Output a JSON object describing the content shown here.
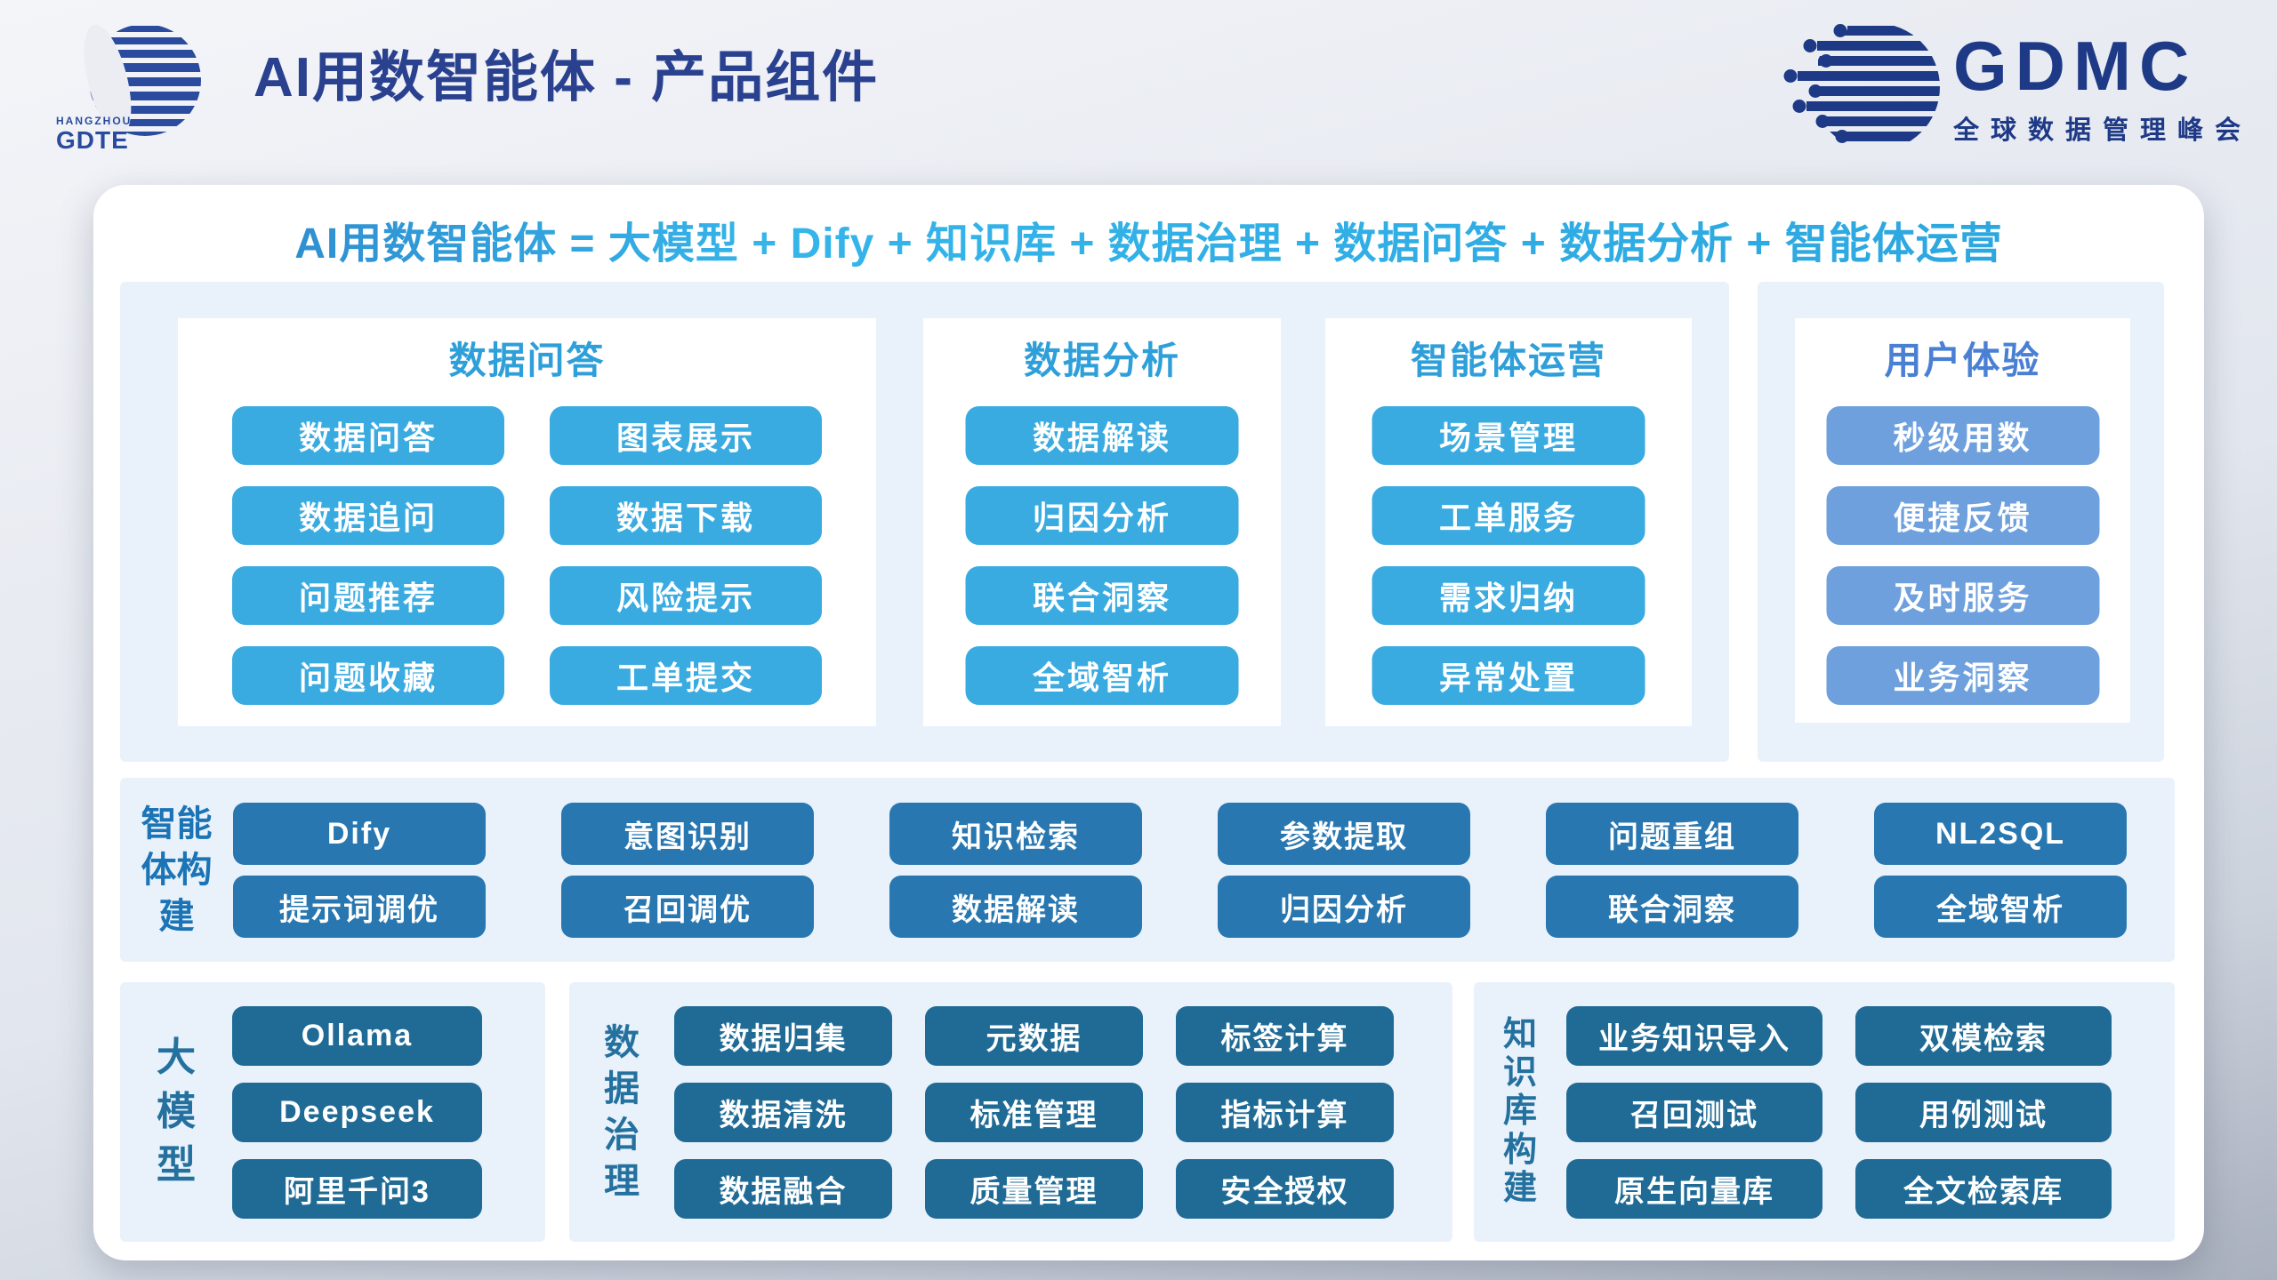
{
  "header": {
    "title": "AI用数智能体 - 产品组件",
    "gdte_logo": {
      "city": "HANGZHOU",
      "brand": "GDTE"
    },
    "gdmc_logo": {
      "brand": "GDMC",
      "subtitle": "全球数据管理峰会"
    }
  },
  "formula": {
    "text": "AI用数智能体 = 大模型 + Dify + 知识库 + 数据治理 + 数据问答 + 数据分析 + 智能体运营"
  },
  "top_sections": [
    {
      "title": "数据问答",
      "items": [
        "数据问答",
        "图表展示",
        "数据追问",
        "数据下载",
        "问题推荐",
        "风险提示",
        "问题收藏",
        "工单提交"
      ]
    },
    {
      "title": "数据分析",
      "items": [
        "数据解读",
        "归因分析",
        "联合洞察",
        "全域智析"
      ]
    },
    {
      "title": "智能体运营",
      "items": [
        "场景管理",
        "工单服务",
        "需求归纳",
        "异常处置"
      ]
    },
    {
      "title": "用户体验",
      "items": [
        "秒级用数",
        "便捷反馈",
        "及时服务",
        "业务洞察"
      ]
    }
  ],
  "middle_section": {
    "label": "智能体构建",
    "label_lines": [
      "智能",
      "体构",
      "建"
    ],
    "items": [
      "Dify",
      "意图识别",
      "知识检索",
      "参数提取",
      "问题重组",
      "NL2SQL",
      "提示词调优",
      "召回调优",
      "数据解读",
      "归因分析",
      "联合洞察",
      "全域智析"
    ]
  },
  "bottom_sections": [
    {
      "label": "大模型",
      "label_lines": [
        "大",
        "模",
        "型"
      ],
      "items": [
        "Ollama",
        "Deepseek",
        "阿里千问3"
      ]
    },
    {
      "label": "数据治理",
      "label_lines": [
        "数",
        "据",
        "治",
        "理"
      ],
      "items": [
        "数据归集",
        "元数据",
        "标签计算",
        "数据清洗",
        "标准管理",
        "指标计算",
        "数据融合",
        "质量管理",
        "安全授权"
      ]
    },
    {
      "label": "知识库构建",
      "label_lines": [
        "知",
        "识",
        "库",
        "构",
        "建"
      ],
      "items": [
        "业务知识导入",
        "双模检索",
        "召回测试",
        "用例测试",
        "原生向量库",
        "全文检索库"
      ]
    }
  ],
  "colors": {
    "title_navy": "#2a4190",
    "logo_navy": "#1e3a87",
    "formula_blue_start": "#2c80c6",
    "formula_blue_end": "#2ba5de",
    "panel_light_blue": "#e9f1fa",
    "section_header_blue": "#2e9fd9",
    "ux_header_blue": "#4a80d4",
    "button_sky_blue": "#3aabe1",
    "button_periwinkle": "#6da0dd",
    "button_steel_blue": "#2877b0",
    "button_deep_blue": "#1f6b96",
    "middle_label_blue": "#1a74b6",
    "bottom_label_blue": "#24719f"
  }
}
